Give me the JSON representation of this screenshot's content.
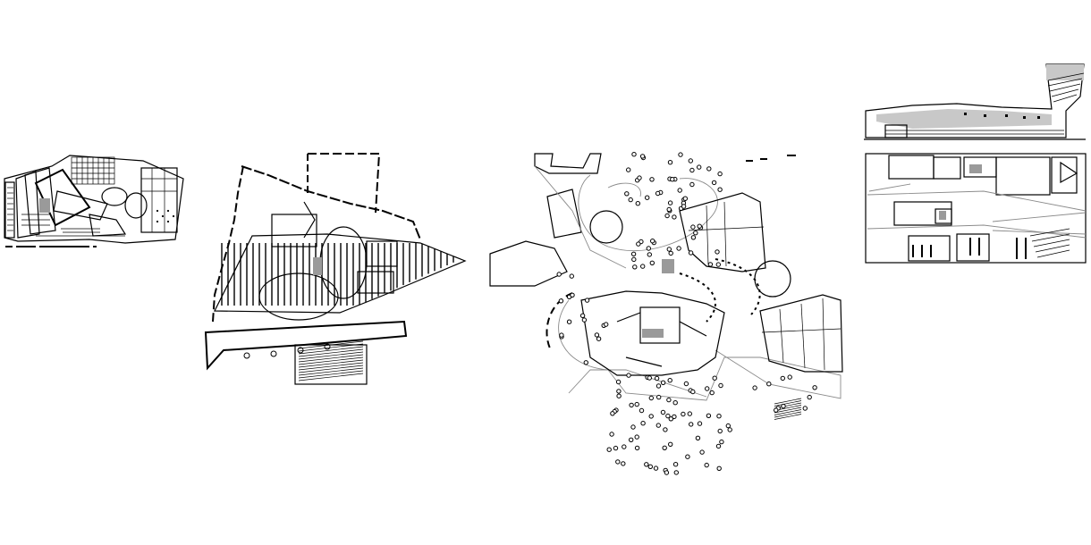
{
  "sheet": {
    "background": "#ffffff",
    "line_color": "#000000",
    "secondary_line_color": "#8a8a8a",
    "drawings": [
      {
        "id": "site-plan-small"
      },
      {
        "id": "ground-floor-plan"
      },
      {
        "id": "landscape-plan"
      },
      {
        "id": "elevation-and-section"
      }
    ]
  }
}
